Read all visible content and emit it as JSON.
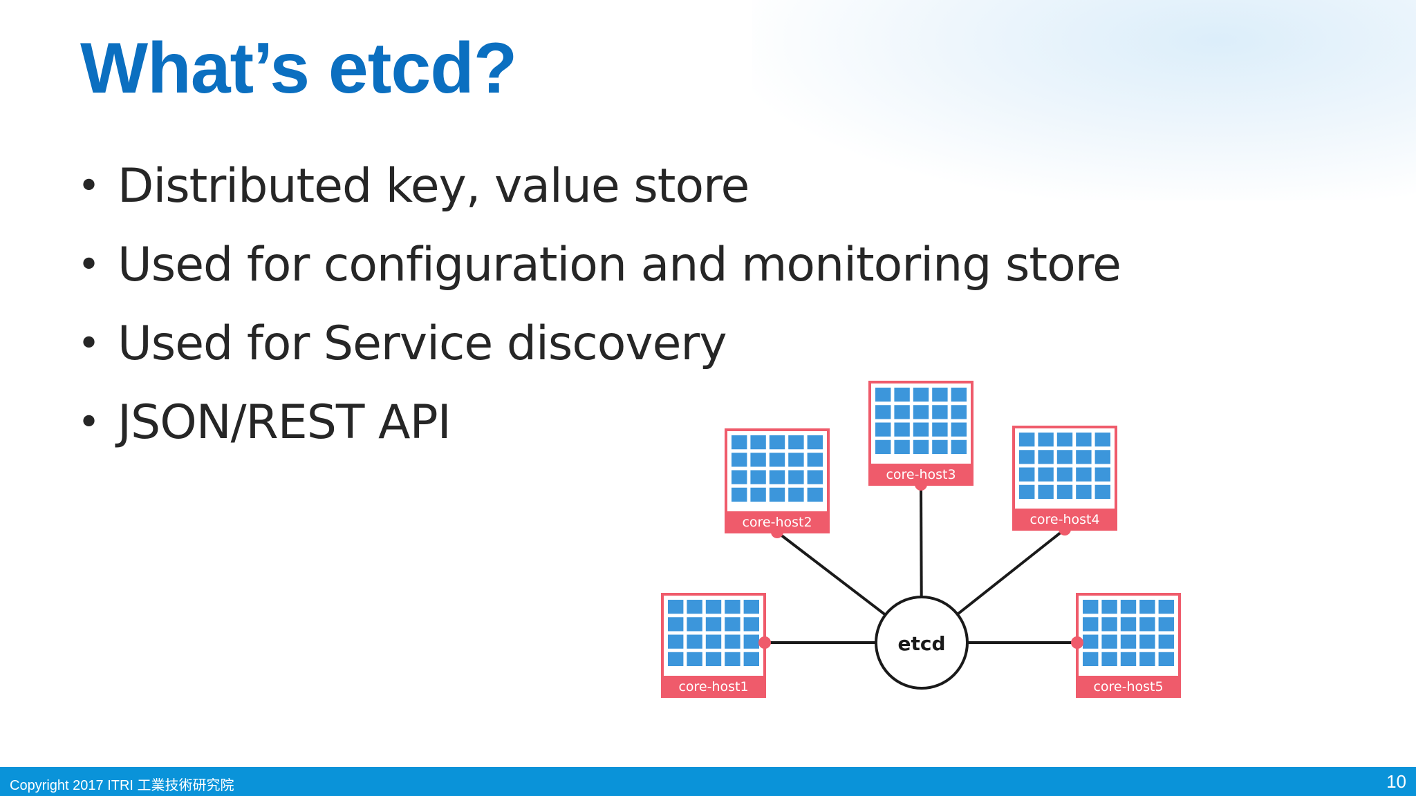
{
  "slide": {
    "title": "What’s etcd?",
    "bullets": [
      "Distributed key, value store",
      "Used for configuration and monitoring store",
      "Used for Service discovery",
      "JSON/REST API"
    ]
  },
  "diagram": {
    "center_label": "etcd",
    "hosts": [
      "core-host1",
      "core-host2",
      "core-host3",
      "core-host4",
      "core-host5"
    ],
    "colors": {
      "node_border": "#ef5b6b",
      "cell": "#3c96db",
      "edge": "#1a1a1a"
    }
  },
  "footer": {
    "copyright": "Copyright 2017  ITRI 工業技術研究院",
    "page_number": "10"
  }
}
